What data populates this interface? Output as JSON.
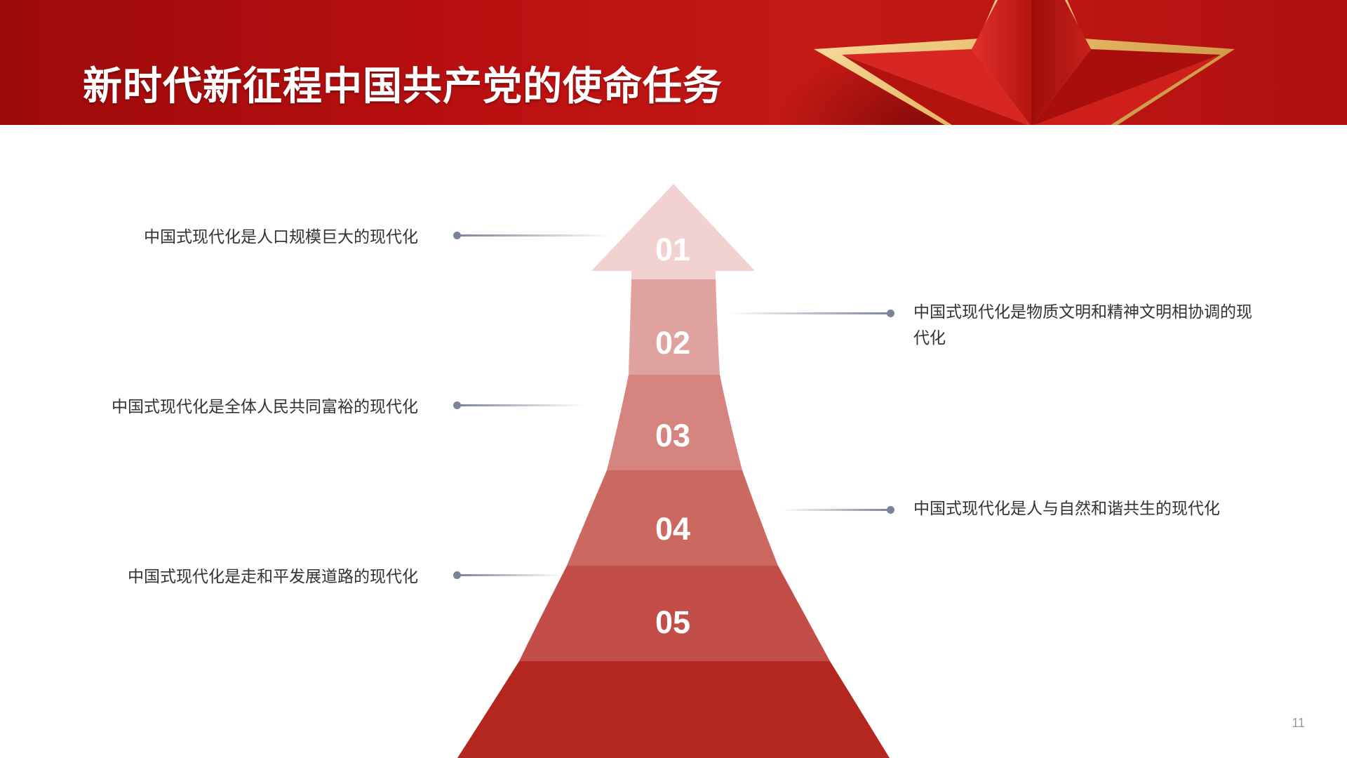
{
  "header": {
    "title": "新时代新征程中国共产党的使命任务"
  },
  "steps": [
    {
      "number": "01",
      "text": "中国式现代化是人口规模巨大的现代化"
    },
    {
      "number": "02",
      "text": "中国式现代化是物质文明和精神文明相协调的现代化"
    },
    {
      "number": "03",
      "text": "中国式现代化是全体人民共同富裕的现代化"
    },
    {
      "number": "04",
      "text": "中国式现代化是人与自然和谐共生的现代化"
    },
    {
      "number": "05",
      "text": "中国式现代化是走和平发展道路的现代化"
    }
  ],
  "footer": {
    "page_number": "11"
  },
  "colors": {
    "banner_red": "#b90f10",
    "step_01": "#f2d2d0",
    "step_02": "#e0a29f",
    "step_03": "#d6847f",
    "step_04": "#cb6860",
    "step_05": "#c24e47",
    "base": "#b3271f",
    "connector": "#7a8499"
  },
  "icons": [
    "star-emblem-icon"
  ]
}
